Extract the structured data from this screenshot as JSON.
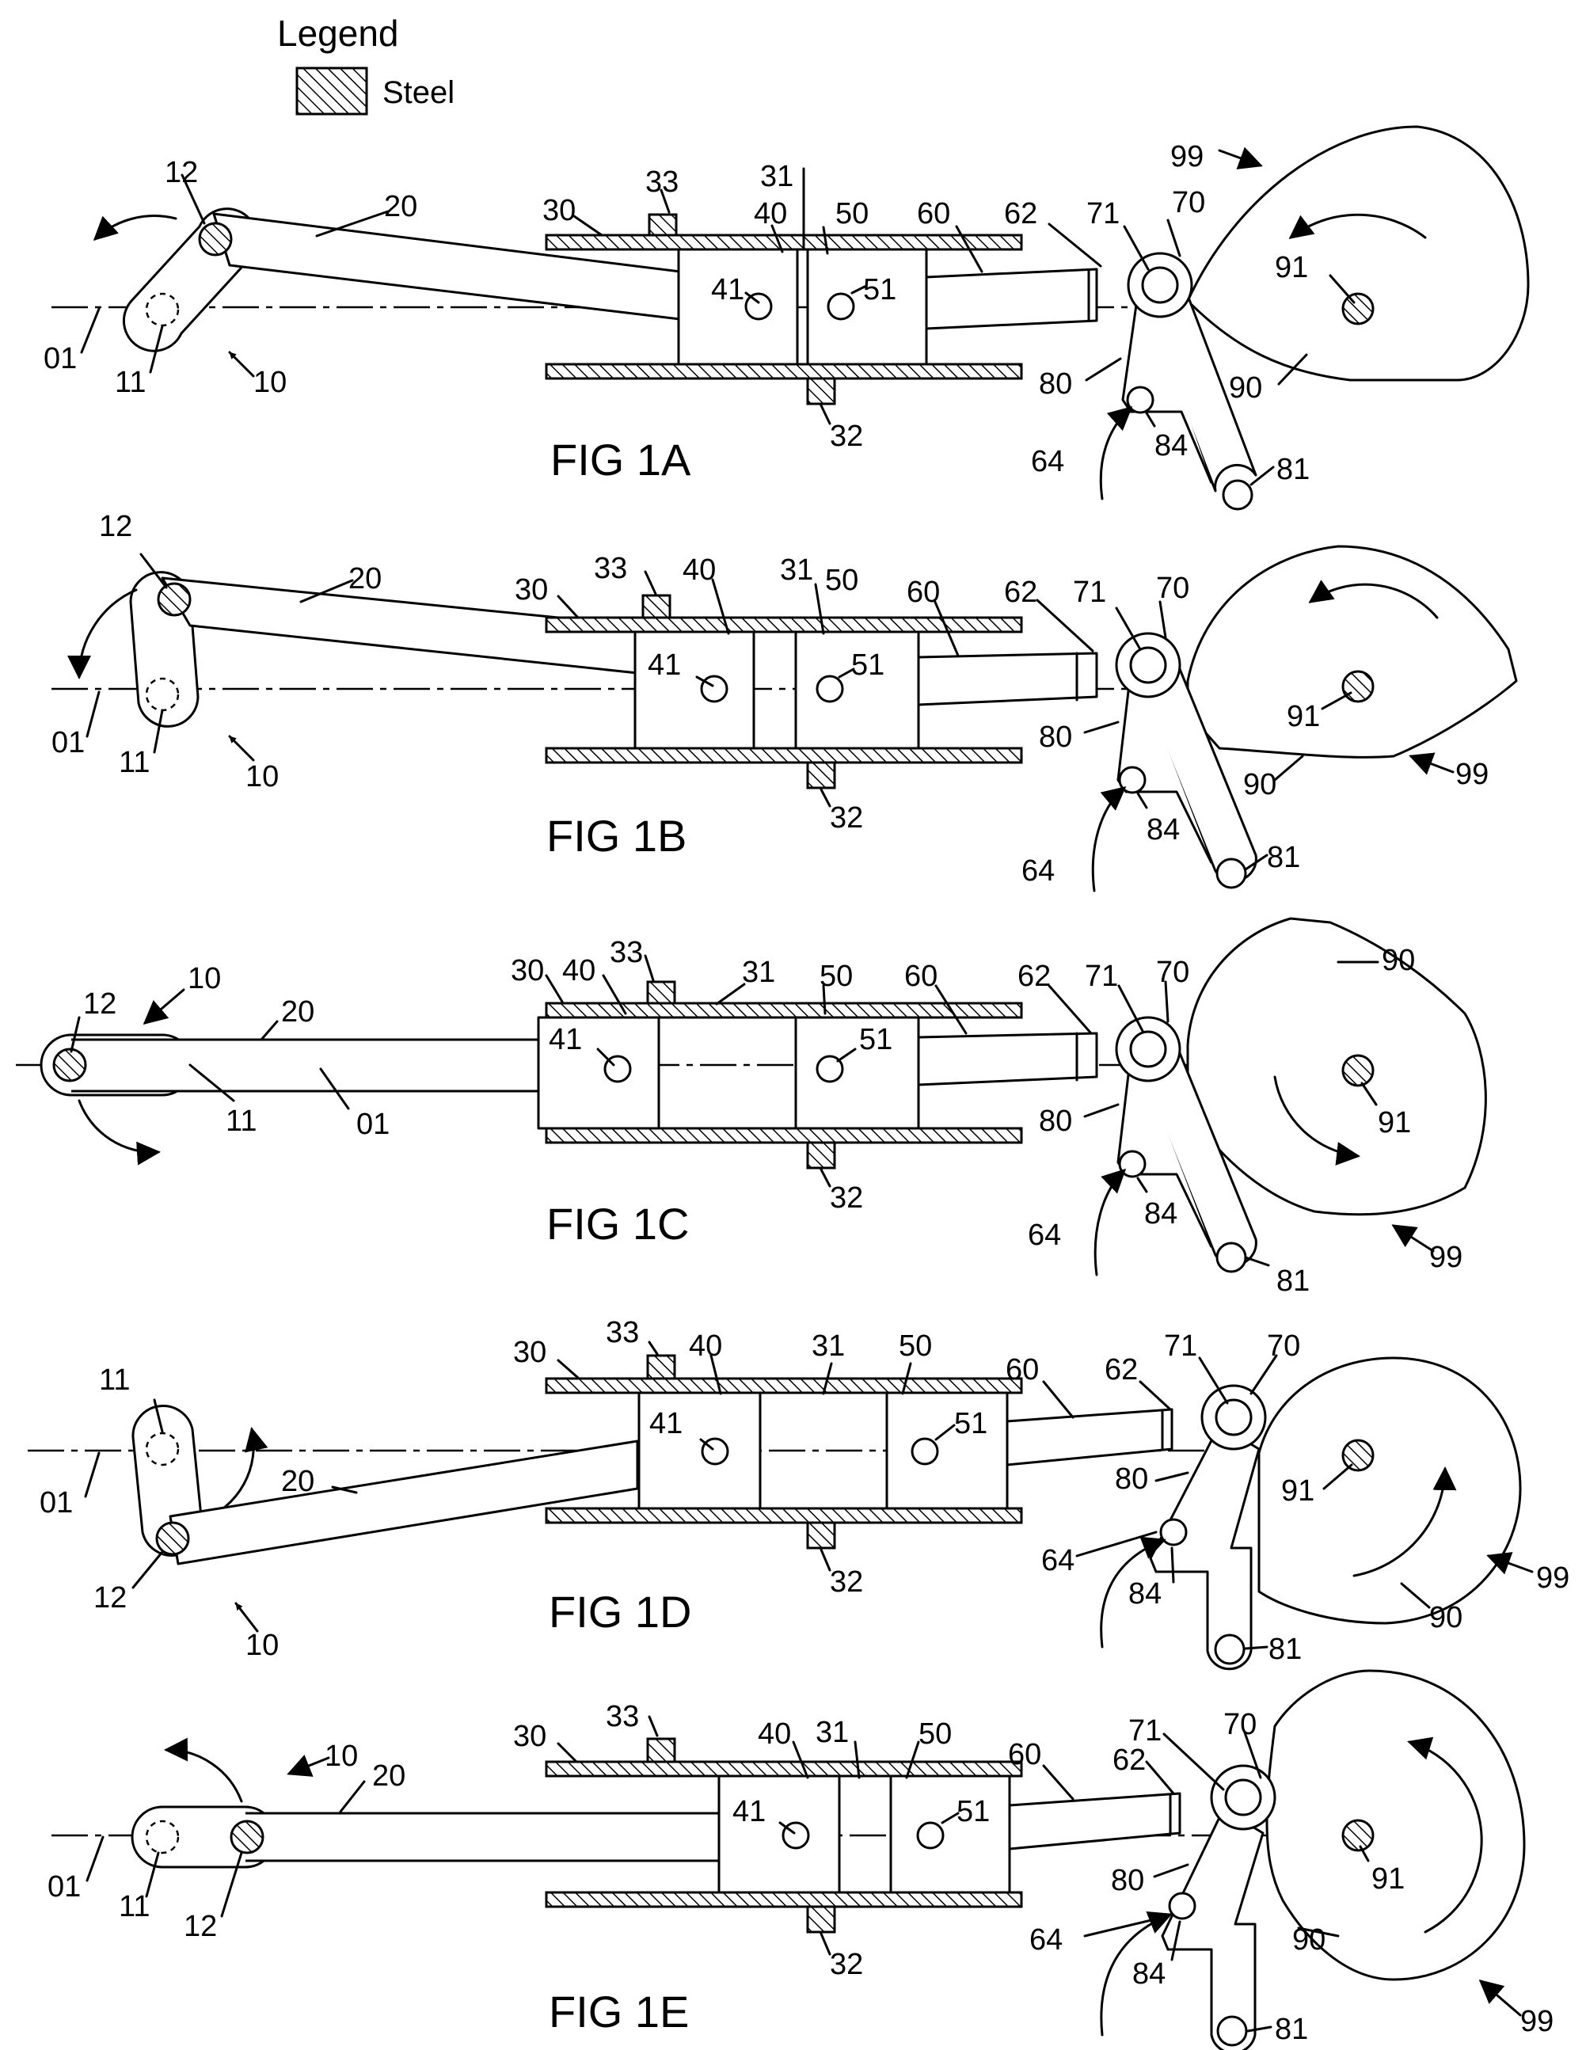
{
  "legend": {
    "title": "Legend",
    "items": [
      {
        "label": "Steel",
        "pattern": "diagonal-hatch"
      }
    ]
  },
  "figures": [
    {
      "caption": "FIG 1A",
      "labels": {
        "l99": "99",
        "l12": "12",
        "l20": "20",
        "l30": "30",
        "l33": "33",
        "l31": "31",
        "l40": "40",
        "l50": "50",
        "l60": "60",
        "l62": "62",
        "l71": "71",
        "l70": "70",
        "l91": "91",
        "l41": "41",
        "l51": "51",
        "l01": "01",
        "l11": "11",
        "l10": "10",
        "l80": "80",
        "l90": "90",
        "l32": "32",
        "l84": "84",
        "l64": "64",
        "l81": "81"
      }
    },
    {
      "caption": "FIG 1B",
      "labels": {
        "l12": "12",
        "l20": "20",
        "l30": "30",
        "l33": "33",
        "l40": "40",
        "l31": "31",
        "l50": "50",
        "l60": "60",
        "l62": "62",
        "l71": "71",
        "l70": "70",
        "l41": "41",
        "l51": "51",
        "l01": "01",
        "l11": "11",
        "l10": "10",
        "l91": "91",
        "l80": "80",
        "l99": "99",
        "l90": "90",
        "l32": "32",
        "l84": "84",
        "l64": "64",
        "l81": "81"
      }
    },
    {
      "caption": "FIG 1C",
      "labels": {
        "l33": "33",
        "l30": "30",
        "l40": "40",
        "l31": "31",
        "l50": "50",
        "l60": "60",
        "l62": "62",
        "l71": "71",
        "l70": "70",
        "l90": "90",
        "l12": "12",
        "l10": "10",
        "l20": "20",
        "l41": "41",
        "l51": "51",
        "l11": "11",
        "l01": "01",
        "l91": "91",
        "l80": "80",
        "l32": "32",
        "l64": "64",
        "l84": "84",
        "l99": "99",
        "l81": "81"
      }
    },
    {
      "caption": "FIG 1D",
      "labels": {
        "l30": "30",
        "l33": "33",
        "l40": "40",
        "l31": "31",
        "l50": "50",
        "l60": "60",
        "l62": "62",
        "l71": "71",
        "l70": "70",
        "l11": "11",
        "l41": "41",
        "l51": "51",
        "l01": "01",
        "l20": "20",
        "l80": "80",
        "l91": "91",
        "l64": "64",
        "l99": "99",
        "l12": "12",
        "l32": "32",
        "l84": "84",
        "l90": "90",
        "l10": "10",
        "l81": "81"
      }
    },
    {
      "caption": "FIG 1E",
      "labels": {
        "l33": "33",
        "l10": "10",
        "l30": "30",
        "l40": "40",
        "l31": "31",
        "l50": "50",
        "l60": "60",
        "l71": "71",
        "l70": "70",
        "l20": "20",
        "l62": "62",
        "l41": "41",
        "l51": "51",
        "l01": "01",
        "l11": "11",
        "l12": "12",
        "l91": "91",
        "l80": "80",
        "l32": "32",
        "l64": "64",
        "l90": "90",
        "l84": "84",
        "l99": "99",
        "l81": "81"
      }
    }
  ]
}
